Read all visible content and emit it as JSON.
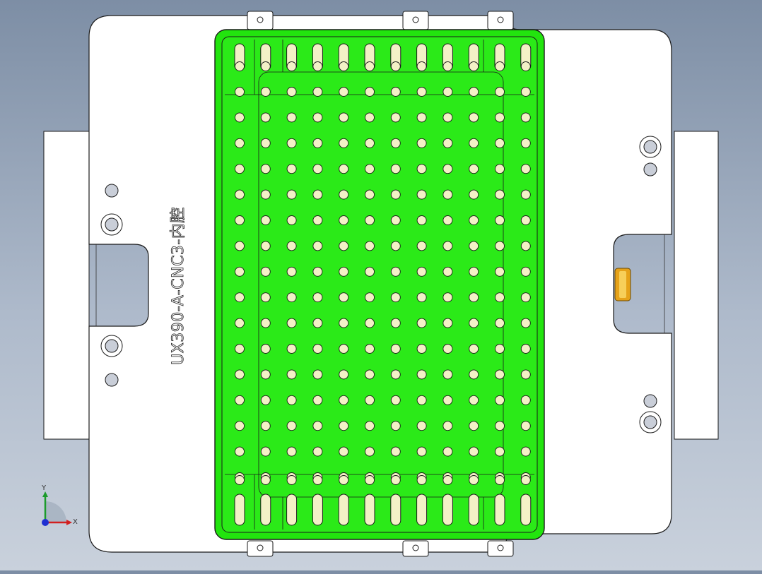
{
  "part_label": "UX390-A-CNC3-内腔",
  "triad": {
    "x_label": "X",
    "y_label": "Y"
  },
  "colors": {
    "background_top": "#7d8ea5",
    "background_bottom": "#c9d1dc",
    "plate_fill": "#ffffff",
    "cavity_green": "#22e40e",
    "hole_fill": "#f3f1c6",
    "edge_line": "#1a1a1a",
    "pin_gold": "#e6a219",
    "side_block": "#ffffff"
  },
  "hole_grid": {
    "columns": 12,
    "rows": 18,
    "slot_rows": 2
  },
  "icons": [
    "coordinate-triad-icon",
    "x-axis-arrow-icon",
    "y-axis-arrow-icon",
    "z-axis-dot-icon"
  ]
}
